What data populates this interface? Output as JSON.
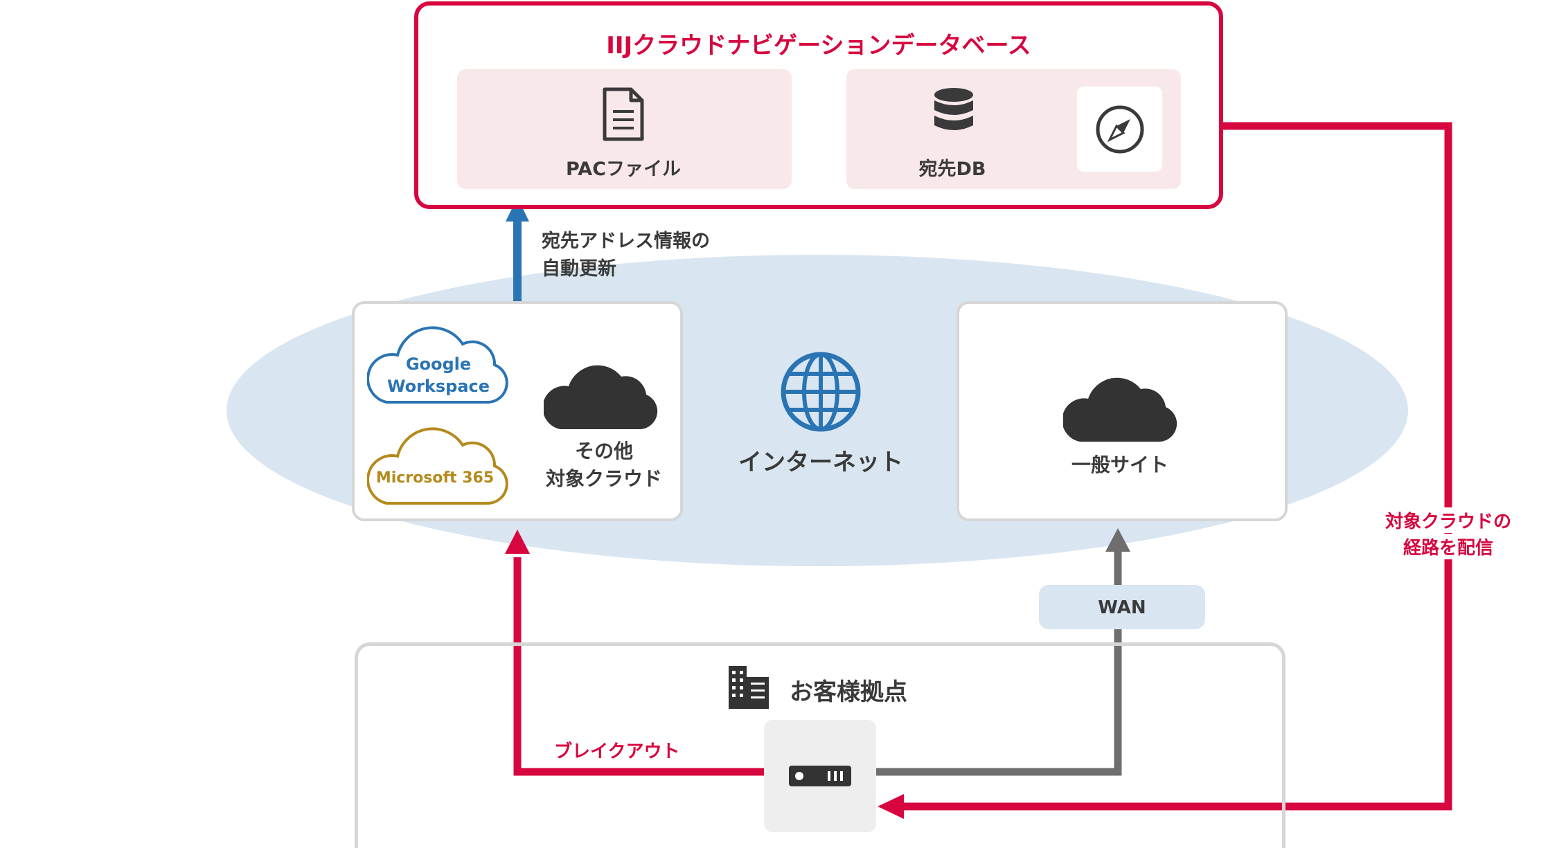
{
  "colors": {
    "brand_red": "#d7063f",
    "blue": "#2a74b3",
    "gold": "#b38a1b",
    "gray_arrow": "#6e6e6e",
    "dark": "#3a3a3a",
    "panel_pink": "#f9e8ea",
    "internet_fill": "#d9e6f1",
    "box_border": "#d6d6d6"
  },
  "database": {
    "title": "IIJクラウドナビゲーションデータベース",
    "pac_label": "PACファイル",
    "db_label": "宛先DB"
  },
  "update_note": {
    "line1": "宛先アドレス情報の",
    "line2": "自動更新"
  },
  "internet": {
    "label": "インターネット",
    "target_clouds": {
      "google_line1": "Google",
      "google_line2": "Workspace",
      "microsoft": "Microsoft 365",
      "other_line1": "その他",
      "other_line2": "対象クラウド"
    },
    "general_site": "一般サイト"
  },
  "route_note": {
    "line1": "対象クラウドの",
    "line2": "経路を配信"
  },
  "wan_label": "WAN",
  "site": {
    "title": "お客様拠点",
    "breakout_label": "ブレイクアウト"
  },
  "icons": [
    "document-icon",
    "database-icon",
    "compass-icon",
    "cloud-icon",
    "globe-icon",
    "building-icon",
    "router-icon"
  ]
}
